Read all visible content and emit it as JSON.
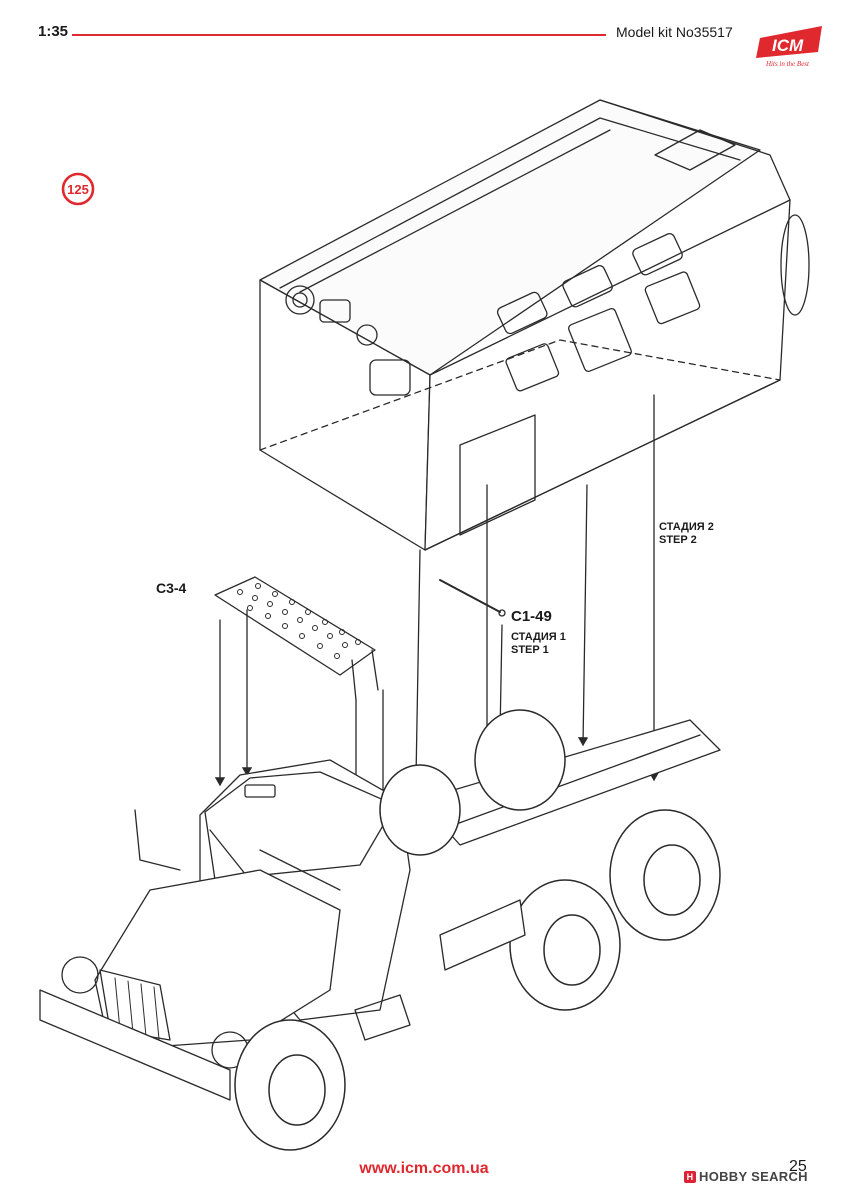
{
  "header": {
    "scale": "1:35",
    "model_kit": "Model kit No35517",
    "brand": "ICM",
    "brand_tagline": "Hits in the Best",
    "accent_color": "#e0282f"
  },
  "step": {
    "number": "125"
  },
  "parts": {
    "c3_4": "C3-4",
    "c1_49": "C1-49"
  },
  "stages": {
    "stage1_ru": "СТАДИЯ 1",
    "stage1_en": "STEP 1",
    "stage2_ru": "СТАДИЯ 2",
    "stage2_en": "STEP 2"
  },
  "footer": {
    "website": "www.icm.com.ua",
    "page_number": "25",
    "watermark": "HOBBY SEARCH"
  }
}
